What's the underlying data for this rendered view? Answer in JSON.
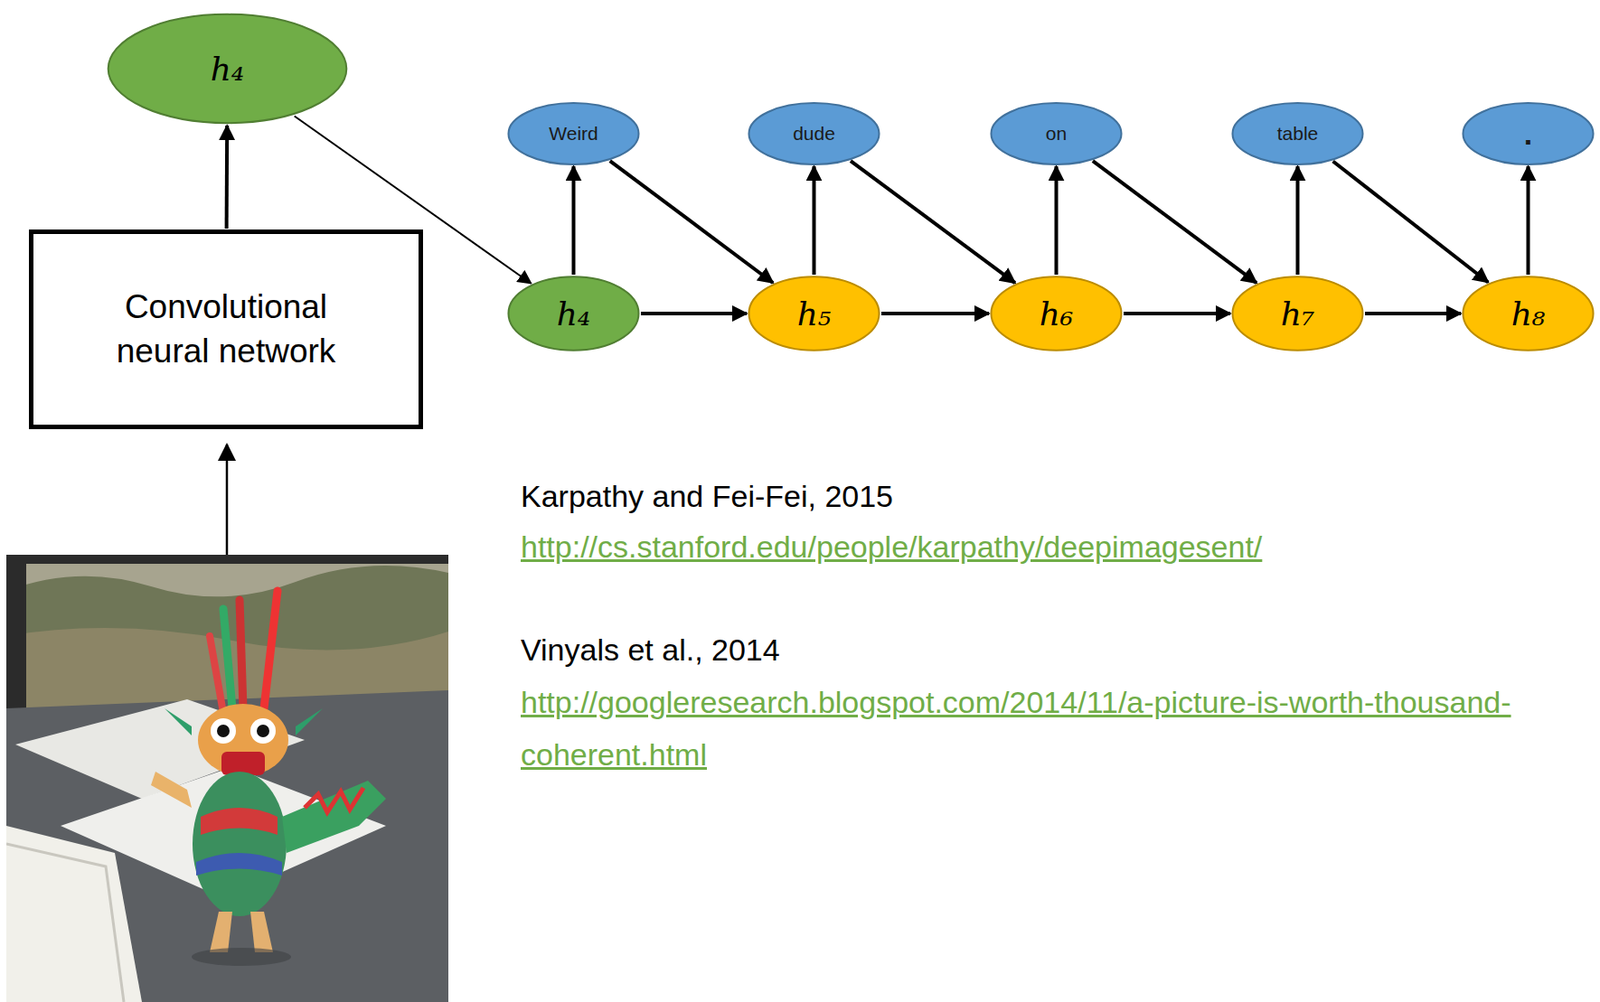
{
  "diagram": {
    "nodes": [
      {
        "text": [
          "h₄"
        ]
      },
      {
        "text": [
          "Convolutional neural network"
        ]
      },
      {
        "text": [
          "Weird"
        ]
      },
      {
        "text": [
          "dude"
        ]
      },
      {
        "text": [
          "on"
        ]
      },
      {
        "text": [
          "table"
        ]
      },
      {
        "text": [
          "."
        ]
      },
      {
        "text": [
          "h₄"
        ]
      },
      {
        "text": [
          "h₅"
        ]
      },
      {
        "text": [
          "h₆"
        ]
      },
      {
        "text": [
          "h₇"
        ]
      },
      {
        "text": [
          "h₈"
        ]
      }
    ],
    "edges": [
      {
        "from": 1,
        "to": 0,
        "arrow": "to"
      },
      {
        "from": 0,
        "to": 7,
        "arrow": "to"
      },
      {
        "from": 7,
        "to": 2,
        "arrow": "to"
      },
      {
        "from": 8,
        "to": 3,
        "arrow": "to"
      },
      {
        "from": 9,
        "to": 4,
        "arrow": "to"
      },
      {
        "from": 10,
        "to": 5,
        "arrow": "to"
      },
      {
        "from": 11,
        "to": 6,
        "arrow": "to"
      },
      {
        "from": 7,
        "to": 8,
        "arrow": "to"
      },
      {
        "from": 8,
        "to": 9,
        "arrow": "to"
      },
      {
        "from": 9,
        "to": 10,
        "arrow": "to"
      },
      {
        "from": 10,
        "to": 11,
        "arrow": "to"
      },
      {
        "from": 2,
        "to": 8,
        "arrow": "to"
      },
      {
        "from": 3,
        "to": 9,
        "arrow": "to"
      },
      {
        "from": 4,
        "to": 10,
        "arrow": "to"
      },
      {
        "from": 5,
        "to": 11,
        "arrow": "to"
      }
    ],
    "labels": [
      "Karpathy and Fei-Fei, 2015",
      "http://cs.stanford.edu/people/karpathy/deepimagesent/",
      "Vinyals et al., 2014",
      "http://googleresearch.blogspot.com/2014/11/a-picture-is-worth-thousand-coherent.html"
    ]
  }
}
